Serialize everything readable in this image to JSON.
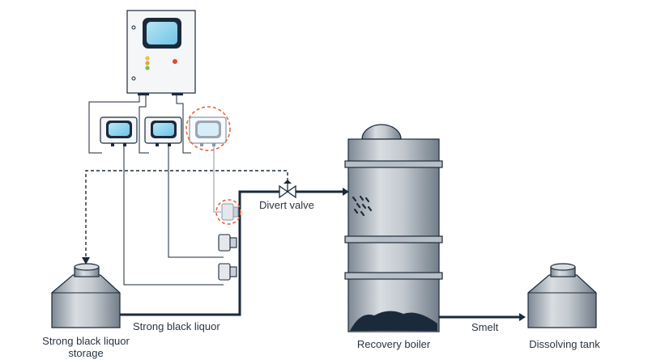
{
  "labels": {
    "divert_valve": "Divert valve",
    "strong_black_liquor": "Strong black liquor",
    "storage_line1": "Strong black liquor",
    "storage_line2": "storage",
    "recovery_boiler": "Recovery boiler",
    "smelt": "Smelt",
    "dissolving_tank": "Dissolving tank"
  },
  "colors": {
    "ink": "#1b2a3a",
    "line_gray": "#8a96a3",
    "screen_blue": "#8fd3ee",
    "highlight_orange": "#e8673b",
    "led_red": "#e24a2b",
    "led_yellow": "#f1c232",
    "led_green": "#7cc243"
  }
}
